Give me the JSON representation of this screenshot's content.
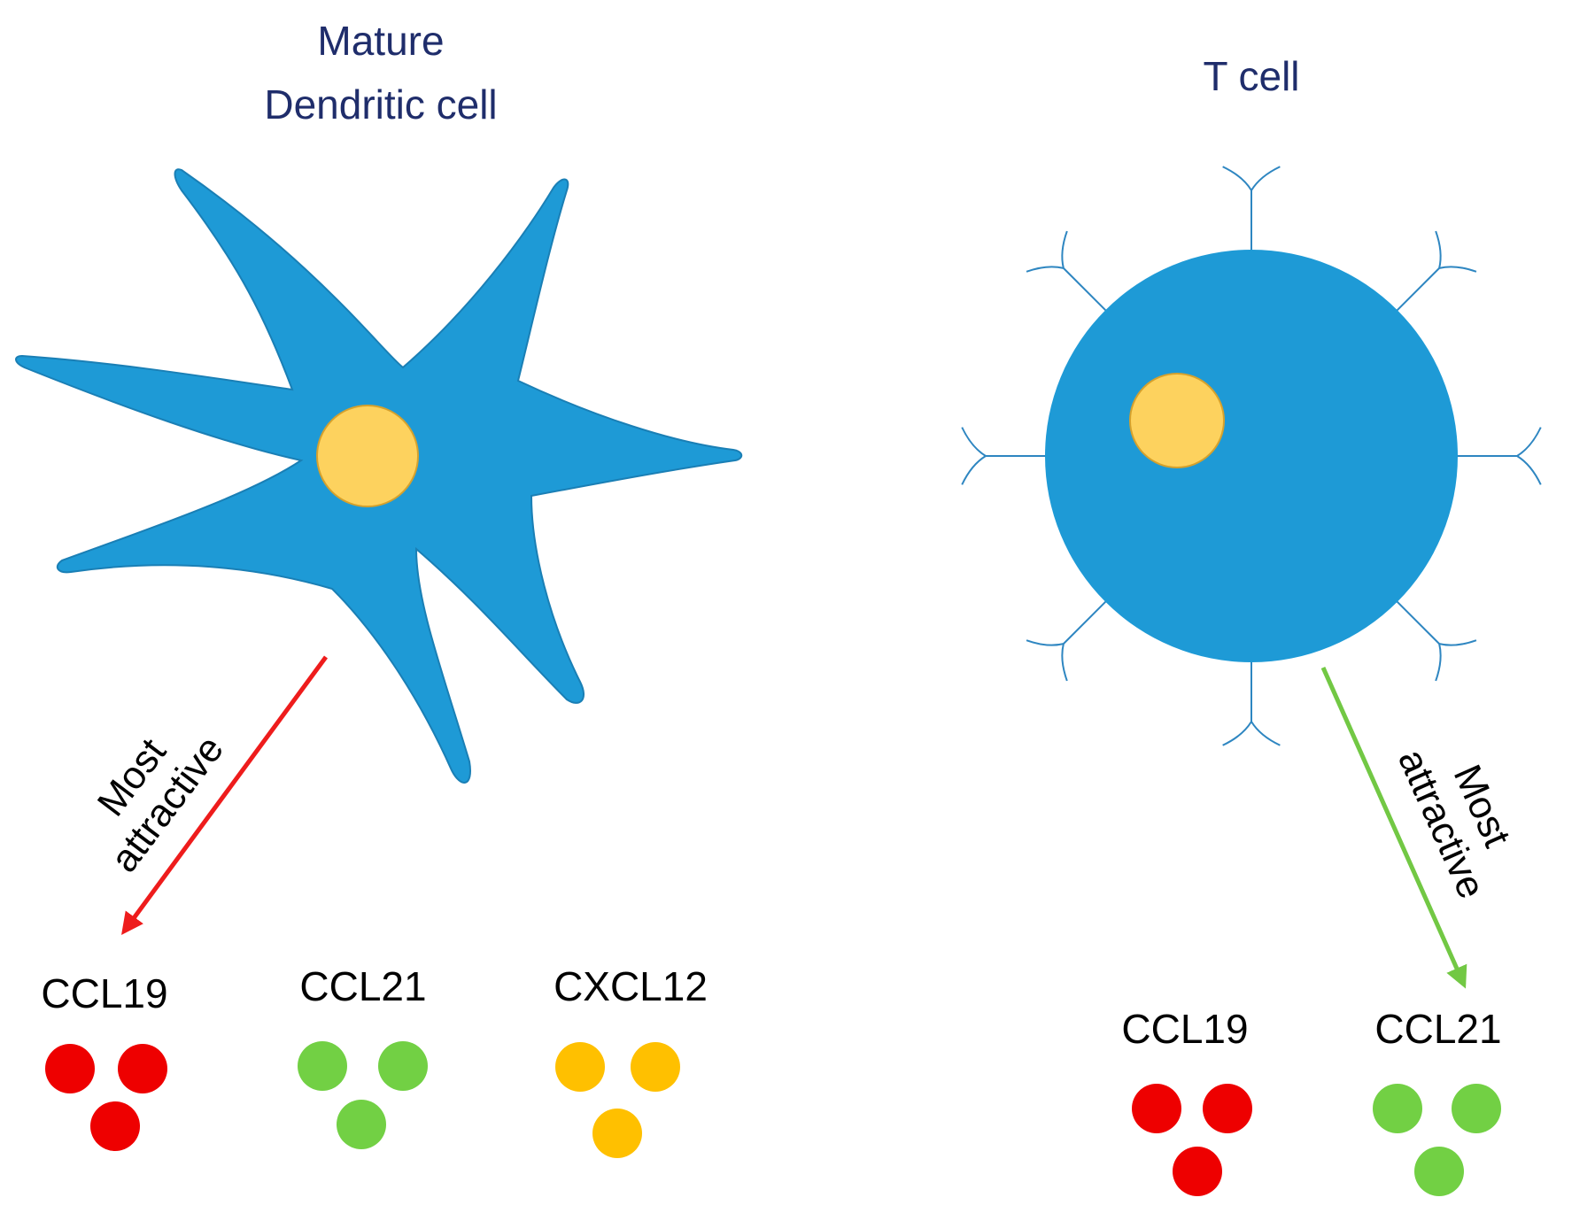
{
  "dendritic_cell": {
    "title_line1": "Mature",
    "title_line2": "Dendritic cell",
    "arrow_label_line1": "Most",
    "arrow_label_line2": "attractive",
    "arrow_color": "#ee1c1c",
    "body_color": "#1e9ad6",
    "nucleus_color": "#fdd25e",
    "chemokines": [
      {
        "label": "CCL19",
        "color": "#ee0000"
      },
      {
        "label": "CCL21",
        "color": "#72d044"
      },
      {
        "label": "CXCL12",
        "color": "#ffc000"
      }
    ]
  },
  "t_cell": {
    "title": "T cell",
    "arrow_label_line1": "Most",
    "arrow_label_line2": "attractive",
    "arrow_color": "#72c844",
    "body_color": "#1e9ad6",
    "receptor_color": "#2e86c1",
    "nucleus_color": "#fdd25e",
    "chemokines": [
      {
        "label": "CCL19",
        "color": "#ee0000"
      },
      {
        "label": "CCL21",
        "color": "#72d044"
      }
    ]
  }
}
